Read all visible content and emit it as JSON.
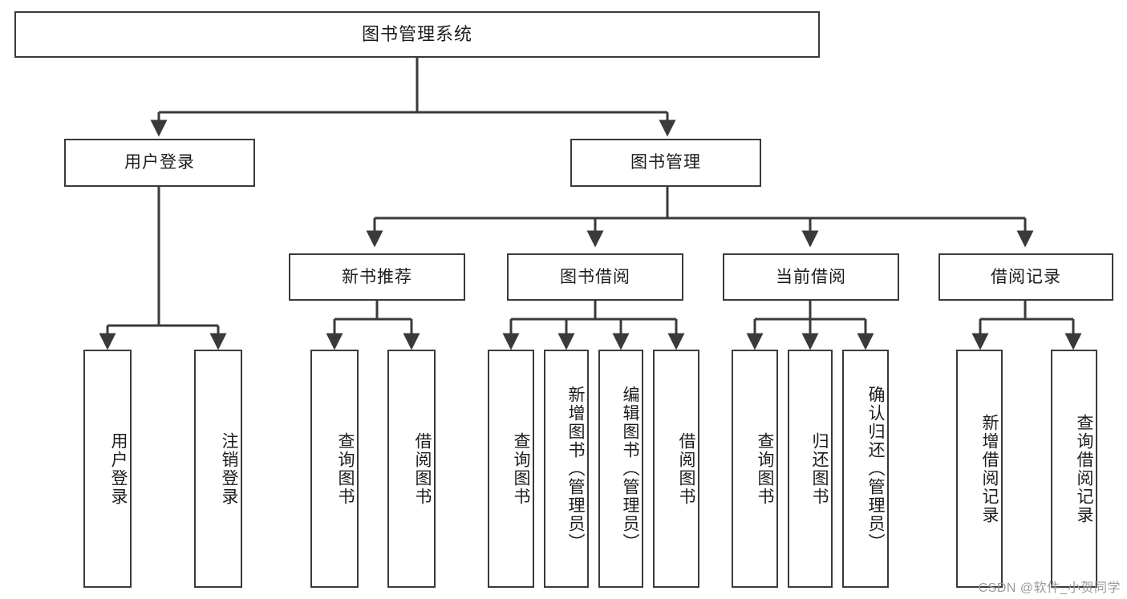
{
  "diagram": {
    "title": "图书管理系统",
    "type": "tree-hierarchy",
    "watermark": "CSDN @软件_小贺同学",
    "colors": {
      "border": "#3a3a3a",
      "background": "#ffffff",
      "text": "#1c1c1c",
      "watermark": "#9a9a9a"
    },
    "levels": {
      "root": "图书管理系统",
      "level2": [
        "用户登录",
        "图书管理"
      ],
      "level3": [
        "新书推荐",
        "图书借阅",
        "当前借阅",
        "借阅记录"
      ]
    },
    "nodes": {
      "root": {
        "label": "图书管理系统"
      },
      "user_login": {
        "label": "用户登录"
      },
      "book_manage": {
        "label": "图书管理"
      },
      "new_book_rec": {
        "label": "新书推荐"
      },
      "book_borrow": {
        "label": "图书借阅"
      },
      "current_borrow": {
        "label": "当前借阅"
      },
      "borrow_record": {
        "label": "借阅记录"
      },
      "leaf_user_login": {
        "label": "用户登录"
      },
      "leaf_logout": {
        "label": "注销登录"
      },
      "leaf_query_book_1": {
        "label": "查询图书"
      },
      "leaf_borrow_book_1": {
        "label": "借阅图书"
      },
      "leaf_query_book_2": {
        "label": "查询图书"
      },
      "leaf_add_book": {
        "label": "新增图书（管理员）"
      },
      "leaf_edit_book": {
        "label": "编辑图书（管理员）"
      },
      "leaf_borrow_book_2": {
        "label": "借阅图书"
      },
      "leaf_query_book_3": {
        "label": "查询图书"
      },
      "leaf_return_book": {
        "label": "归还图书"
      },
      "leaf_confirm_return": {
        "label": "确认归还（管理员）"
      },
      "leaf_add_record": {
        "label": "新增借阅记录"
      },
      "leaf_query_record": {
        "label": "查询借阅记录"
      }
    },
    "edges": [
      {
        "from": "root",
        "to": "user_login"
      },
      {
        "from": "root",
        "to": "book_manage"
      },
      {
        "from": "user_login",
        "to": "leaf_user_login"
      },
      {
        "from": "user_login",
        "to": "leaf_logout"
      },
      {
        "from": "book_manage",
        "to": "new_book_rec"
      },
      {
        "from": "book_manage",
        "to": "book_borrow"
      },
      {
        "from": "book_manage",
        "to": "current_borrow"
      },
      {
        "from": "book_manage",
        "to": "borrow_record"
      },
      {
        "from": "new_book_rec",
        "to": "leaf_query_book_1"
      },
      {
        "from": "new_book_rec",
        "to": "leaf_borrow_book_1"
      },
      {
        "from": "book_borrow",
        "to": "leaf_query_book_2"
      },
      {
        "from": "book_borrow",
        "to": "leaf_add_book"
      },
      {
        "from": "book_borrow",
        "to": "leaf_edit_book"
      },
      {
        "from": "book_borrow",
        "to": "leaf_borrow_book_2"
      },
      {
        "from": "current_borrow",
        "to": "leaf_query_book_3"
      },
      {
        "from": "current_borrow",
        "to": "leaf_return_book"
      },
      {
        "from": "current_borrow",
        "to": "leaf_confirm_return"
      },
      {
        "from": "borrow_record",
        "to": "leaf_add_record"
      },
      {
        "from": "borrow_record",
        "to": "leaf_query_record"
      }
    ]
  }
}
